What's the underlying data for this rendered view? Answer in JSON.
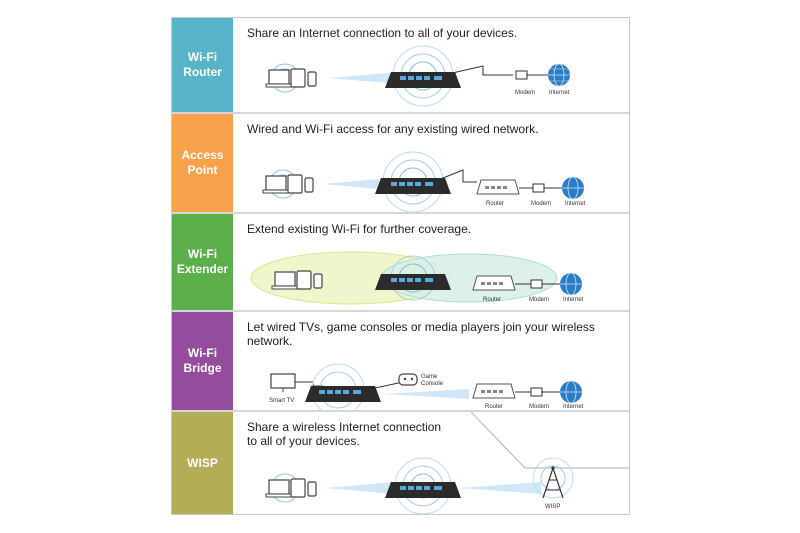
{
  "rows": [
    {
      "tag": "Wi-Fi\nRouter",
      "color": "#56b3c8",
      "description": "Share an Internet connection to all of your devices.",
      "labels": {
        "modem": "Modem",
        "internet": "Internet"
      }
    },
    {
      "tag": "Access\nPoint",
      "color": "#f7a24b",
      "description": "Wired and Wi-Fi access for any existing wired network.",
      "labels": {
        "router": "Router",
        "modem": "Modem",
        "internet": "Internet"
      }
    },
    {
      "tag": "Wi-Fi\nExtender",
      "color": "#5bb04b",
      "description": "Extend existing Wi-Fi for further coverage.",
      "labels": {
        "router": "Router",
        "modem": "Modem",
        "internet": "Internet"
      }
    },
    {
      "tag": "Wi-Fi\nBridge",
      "color": "#944d9c",
      "description": "Let wired TVs, game consoles or media players join your wireless network.",
      "labels": {
        "smart_tv": "Smart TV",
        "game_console": "Game\nConsole",
        "router": "Router",
        "modem": "Modem",
        "internet": "Internet"
      }
    },
    {
      "tag": "WISP",
      "color": "#b3ad57",
      "description": "Share a wireless Internet connection\nto all of your devices.",
      "labels": {
        "wisp": "WISP"
      }
    }
  ],
  "colors": {
    "signal": "#2f8fd6",
    "router_body": "#2b2b2b",
    "globe": "#2a7cc7"
  }
}
